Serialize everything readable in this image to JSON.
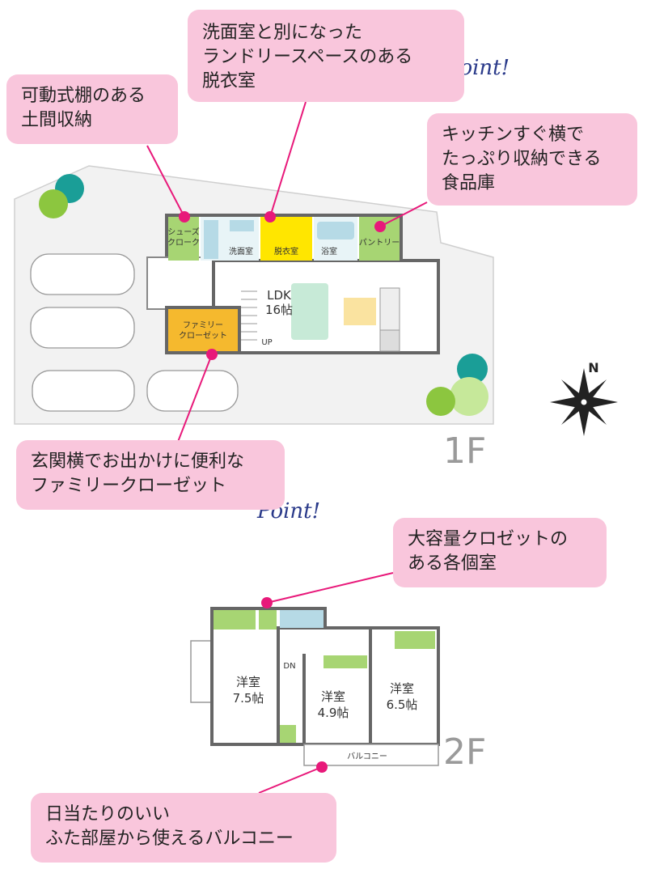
{
  "callouts": {
    "laundry": [
      "洗面室と別になった",
      "ランドリースペースのある",
      "脱衣室"
    ],
    "shoes": [
      "可動式棚のある",
      "土間収納"
    ],
    "pantry": [
      "キッチンすぐ横で",
      "たっぷり収納できる",
      "食品庫"
    ],
    "family_closet": [
      "玄関横でお出かけに便利な",
      "ファミリークローゼット"
    ],
    "closets_2f": [
      "大容量クロゼットの",
      "ある各個室"
    ],
    "balcony": [
      "日当たりのいい",
      "ふた部屋から使えるバルコニー"
    ]
  },
  "point_label": "Point!",
  "floors": {
    "first": "1F",
    "second": "2F"
  },
  "rooms_1f": {
    "shoes": [
      "シューズ",
      "クローク"
    ],
    "washroom": "洗面室",
    "dressing": "脱衣室",
    "bath": "浴室",
    "pantry": "パントリー",
    "ldk": [
      "LDK",
      "16帖"
    ],
    "family_closet": [
      "ファミリー",
      "クローゼット"
    ],
    "up": "UP"
  },
  "rooms_2f": {
    "room_a": [
      "洋室",
      "7.5帖"
    ],
    "room_b": [
      "洋室",
      "4.9帖"
    ],
    "room_c": [
      "洋室",
      "6.5帖"
    ],
    "dn": "DN",
    "balcony": "バルコニー"
  },
  "compass": "N",
  "colors": {
    "callout": "#f9c6dc",
    "leader": "#e8197a",
    "green": "#a7d573",
    "yellow": "#ffe600",
    "orange": "#f5b92e",
    "blue": "#b6dae6",
    "wall": "#666666"
  }
}
